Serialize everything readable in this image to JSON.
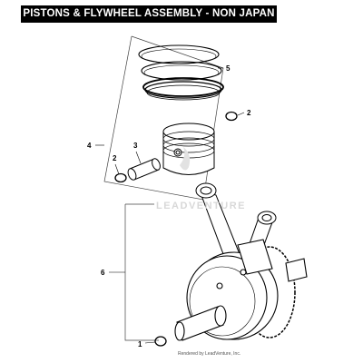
{
  "title": "PISTONS & FLYWHEEL ASSEMBLY - NON JAPAN",
  "callouts": {
    "c1": "1",
    "c2a": "2",
    "c2b": "2",
    "c3": "3",
    "c4": "4",
    "c5": "5",
    "c6": "6"
  },
  "watermark": "LEADVENTURE",
  "footer": "Rendered by LeadVenture, Inc."
}
